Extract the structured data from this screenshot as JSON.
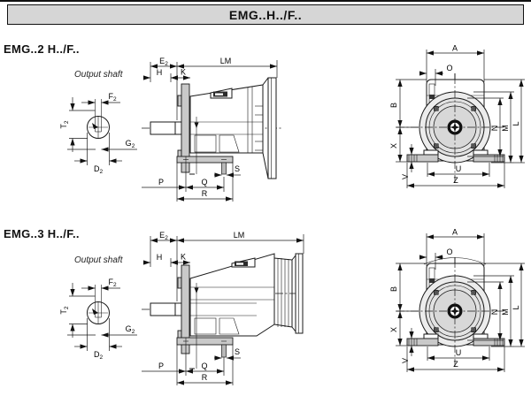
{
  "page": {
    "top_title": "EMG..H../F.."
  },
  "sections": [
    {
      "heading": "EMG..2 H../F..",
      "shaft_label": "Output shaft"
    },
    {
      "heading": "EMG..3 H../F..",
      "shaft_label": "Output shaft"
    }
  ],
  "dims": {
    "E2": {
      "b": "E",
      "s": "2"
    },
    "F2": {
      "b": "F",
      "s": "2"
    },
    "T2": {
      "b": "T",
      "s": "2"
    },
    "G2": {
      "b": "G",
      "s": "2"
    },
    "D2": {
      "b": "D",
      "s": "2"
    },
    "LM": "LM",
    "H": "H",
    "K": "K",
    "P": "P",
    "Q": "Q",
    "R": "R",
    "S": "S",
    "A": "A",
    "O": "O",
    "B": "B",
    "X": "X",
    "V": "V",
    "N": "N",
    "M": "M",
    "L": "L",
    "U": "U",
    "Z": "Z"
  },
  "colors": {
    "header_bg": "#d6d6d6",
    "line": "#1a1a1a",
    "flange_fill": "#c9c9c9",
    "motor_fill": "#ececec",
    "flange_face_fill": "#e2e2e2",
    "inner_disc_fill": "#d8d8d8"
  }
}
